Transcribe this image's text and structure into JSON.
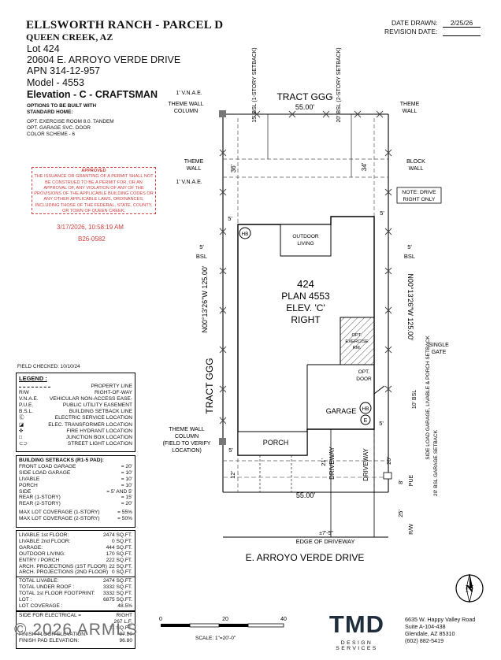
{
  "header": {
    "title": "ELLSWORTH RANCH - PARCEL D",
    "city": "QUEEN CREEK, AZ",
    "lot": "Lot  424",
    "address": "20604 E. ARROYO VERDE DRIVE",
    "apn": "APN  314-12-957",
    "model": "Model - 4553",
    "elevation": "Elevation - C - CRAFTSMAN",
    "options_heading": "OPTIONS TO BE BUILT WITH STANDARD HOME:",
    "options": [
      "OPT. EXERCISE ROOM 8.0. TANDEM",
      "OPT. GARAGE SVC. DOOR",
      "COLOR SCHEME  -  6"
    ]
  },
  "dates": {
    "drawn_label": "DATE DRAWN:",
    "drawn_value": "2/25/26",
    "revision_label": "REVISION DATE:",
    "revision_value": ""
  },
  "approval": {
    "heading": "APPROVED",
    "text": "THE ISSUANCE OR GRANTING OF A PERMIT SHALL NOT BE CONSTRUED TO BE A PERMIT FOR, OR AN APPROVAL OF, ANY VIOLATION OF ANY OF THE PROVISIONS OF THE APPLICABLE BUILDING CODES OR ANY OTHER APPLICABLE LAWS, ORDINANCES, INCLUDING THOSE OF THE FEDERAL, STATE, COUNTY, OR TOWN OF QUEEN CREEK.",
    "timestamp": "3/17/2026, 10:58:19 AM",
    "permit": "B26-0582"
  },
  "field_checked": "FIELD CHECKED: 10/10/24",
  "legend": {
    "title": "LEGEND :",
    "items": [
      {
        "abbr": "",
        "label": "PROPERTY LINE"
      },
      {
        "abbr": "R/W",
        "label": "RIGHT-OF-WAY"
      },
      {
        "abbr": "V.N.A.E.",
        "label": "VEHICULAR NON-ACCESS EASE-"
      },
      {
        "abbr": "P.U.E.",
        "label": "PUBLIC UTILITY EASEMENT"
      },
      {
        "abbr": "B.S.L.",
        "label": "BUILDING SETBACK LINE"
      },
      {
        "abbr": "Ⓔ",
        "label": "ELECTRIC SERVICE LOCATION"
      },
      {
        "abbr": "◪",
        "label": "ELEC. TRANSFORMER LOCATION"
      },
      {
        "abbr": "✜",
        "label": "FIRE HYDRANT LOCATION"
      },
      {
        "abbr": "□",
        "label": "JUNCTION BOX LOCATION"
      },
      {
        "abbr": "⊂⊃",
        "label": "STREET LIGHT LOCATION"
      }
    ]
  },
  "setbacks": {
    "title": "BUILDING SETBACKS (R1-5 PAD):",
    "rows": [
      {
        "label": "FRONT LOAD GARAGE",
        "value": "= 20'"
      },
      {
        "label": "SIDE LOAD GARAGE",
        "value": "= 10'"
      },
      {
        "label": "LIVABLE",
        "value": "= 10'"
      },
      {
        "label": "PORCH",
        "value": "= 10'"
      },
      {
        "label": "SIDE",
        "value": "= 5' AND 5'"
      },
      {
        "label": "REAR (1-STORY)",
        "value": "= 15'"
      },
      {
        "label": "REAR (2-STORY)",
        "value": "= 20'"
      }
    ],
    "coverage": [
      {
        "label": "MAX LOT COVERAGE (1-STORY)",
        "value": "= 55%"
      },
      {
        "label": "MAX LOT COVERAGE (2-STORY)",
        "value": "= 50%"
      }
    ]
  },
  "areas": {
    "group1": [
      {
        "label": "LIVABLE 1st FLOOR:",
        "value": "2474  SQ.FT."
      },
      {
        "label": "LIVABLE 2nd FLOOR:",
        "value": "0  SQ.FT."
      },
      {
        "label": "GARAGE:",
        "value": "444  SQ.FT."
      },
      {
        "label": "OUTDOOR LIVING:",
        "value": "170  SQ.FT."
      },
      {
        "label": "ENTRY / PORCH",
        "value": "222  SQ.FT."
      },
      {
        "label": "ARCH. PROJECTIONS (1ST FLOOR)",
        "value": "22  SQ.FT."
      },
      {
        "label": "ARCH. PROJECTIONS (2ND FLOOR)",
        "value": "0  SQ.FT."
      }
    ],
    "group2": [
      {
        "label": "TOTAL LIVABLE:",
        "value": "2474  SQ.FT."
      },
      {
        "label": "TOTAL UNDER ROOF :",
        "value": "3332  SQ.FT."
      },
      {
        "label": "TOTAL 1st FLOOR FOOTPRINT:",
        "value": "3332  SQ.FT."
      },
      {
        "label": "LOT :",
        "value": "6875  SQ.FT."
      },
      {
        "label": "LOT COVERAGE :",
        "value": "48.5%"
      }
    ],
    "group3": [
      {
        "label": "SIDE FOR ELECTRICAL =",
        "value": "RIGHT"
      },
      {
        "label": "",
        "value": "267  L.F."
      },
      {
        "label": "",
        "value": "11  SQ.FT."
      },
      {
        "label": "FINISH FLOOR ELEVATION:",
        "value": "97.80"
      },
      {
        "label": "FINISH PAD ELEVATION:",
        "value": "96.80"
      }
    ]
  },
  "watermark": "2026 ARMLS",
  "scale": {
    "ticks": [
      "0",
      "20",
      "40"
    ],
    "label": "SCALE:  1\"=20'-0\""
  },
  "company": {
    "logo": "TMD",
    "subtitle": "DESIGN  SERVICES",
    "address": [
      "6635 W. Happy Valley Road",
      "Suite A-104-438",
      "Glendale, AZ 85310",
      "(602) 882-5419"
    ]
  },
  "north": "N",
  "plan": {
    "tract_top": "TRACT GGG",
    "tract_left": "TRACT GGG",
    "street": "E. ARROYO VERDE DRIVE",
    "top_dim": "55.00'",
    "bottom_dim": "55.00'",
    "left_dim": "N00°13'26\"W  125.00'",
    "right_dim": "N00°13'26\"W  125.00'",
    "lot_no": "424",
    "plan_no": "PLAN 4553",
    "elev": "ELEV. 'C'",
    "hand": "RIGHT",
    "outdoor_living": [
      "OUTDOOR",
      "LIVING"
    ],
    "exercise": [
      "OPT.",
      "EXERCISE",
      "RM."
    ],
    "opt_door": [
      "OPT.",
      "DOOR"
    ],
    "garage": "GARAGE",
    "porch": "PORCH",
    "driveway_l": "DRIVEWAY",
    "driveway_r": "DRIVEWAY",
    "hb": "HB",
    "e": "E",
    "vnae_top": "1' V.N.A.E.",
    "vnae_mid": "1' V.N.A.E.",
    "bsl_15": "15' BSL (1-STORY SETBACK)",
    "bsl_20": "20' BSL (2-STORY SETBACK)",
    "theme_wall_column": [
      "THEME WALL",
      "COLUMN"
    ],
    "theme_wall_right": [
      "THEME",
      "WALL"
    ],
    "theme_wall_left": [
      "THEME",
      "WALL"
    ],
    "block_wall": [
      "BLOCK",
      "WALL"
    ],
    "note": [
      "NOTE: DRIVE",
      "RIGHT ONLY"
    ],
    "single_gate": [
      "SINGLE",
      "GATE"
    ],
    "theme_col_bottom": [
      "THEME WALL",
      "COLUMN",
      "(FIELD TO VERIFY",
      "LOCATION)"
    ],
    "side_load": "SIDE LOAD GARAGE, LIVABLE & PORCH SETBACK",
    "bsl_10": "10' BSL",
    "bsl_20_garage": "20' BSL GARAGE SETBACK",
    "pue": "PUE",
    "rw": "R/W",
    "edge": "EDGE OF DRIVEWAY",
    "edge_dim": "±7'-5\"",
    "d36": "36'",
    "d34": "34'",
    "d5a": "5'",
    "d5b": "5'",
    "d5c": "5'",
    "d5d": "5'",
    "d5e": "5'",
    "d5f": "5'",
    "bsl_l": "BSL",
    "bsl_r": "BSL",
    "d21": "21'",
    "d20": "20'",
    "d12": "12'",
    "d8": "8'",
    "d25": "25'"
  }
}
